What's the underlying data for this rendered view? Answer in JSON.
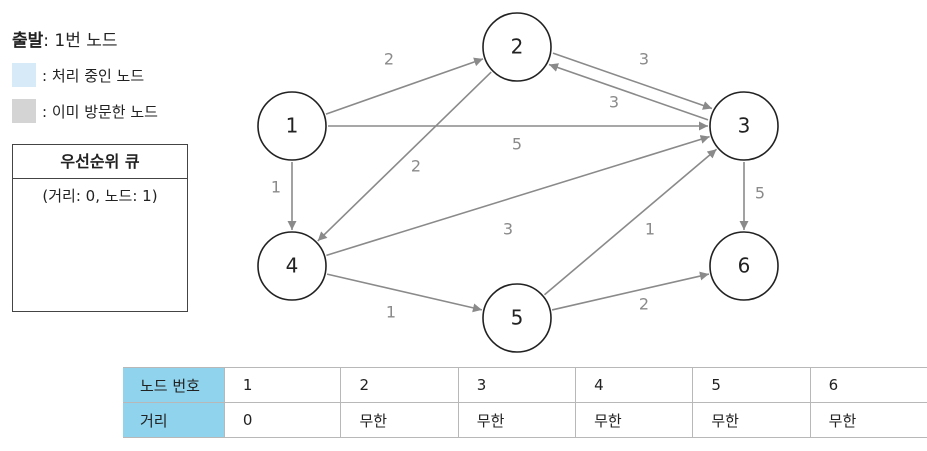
{
  "legend": {
    "start_label": "출발",
    "start_value": ": 1번 노드",
    "processing_label": ": 처리 중인 노드",
    "visited_label": ": 이미 방문한 노드",
    "colors": {
      "processing": "#d6ebf7",
      "visited": "#d4d4d4"
    }
  },
  "priority_queue": {
    "title": "우선순위 큐",
    "items": [
      "(거리: 0, 노드: 1)"
    ]
  },
  "graph": {
    "nodes": [
      {
        "id": "1",
        "label": "1"
      },
      {
        "id": "2",
        "label": "2"
      },
      {
        "id": "3",
        "label": "3"
      },
      {
        "id": "4",
        "label": "4"
      },
      {
        "id": "5",
        "label": "5"
      },
      {
        "id": "6",
        "label": "6"
      }
    ],
    "edges": [
      {
        "from": "1",
        "to": "2",
        "weight": "2"
      },
      {
        "from": "1",
        "to": "3",
        "weight": "5"
      },
      {
        "from": "1",
        "to": "4",
        "weight": "1"
      },
      {
        "from": "2",
        "to": "3",
        "weight": "3"
      },
      {
        "from": "3",
        "to": "2",
        "weight": "3"
      },
      {
        "from": "2",
        "to": "4",
        "weight": "2"
      },
      {
        "from": "4",
        "to": "3",
        "weight": "3"
      },
      {
        "from": "4",
        "to": "5",
        "weight": "1"
      },
      {
        "from": "5",
        "to": "3",
        "weight": "1"
      },
      {
        "from": "5",
        "to": "6",
        "weight": "2"
      },
      {
        "from": "3",
        "to": "6",
        "weight": "5"
      }
    ],
    "edge_color": "#8a8a8a"
  },
  "table": {
    "row_headers": [
      "노드 번호",
      "거리"
    ],
    "node_numbers": [
      "1",
      "2",
      "3",
      "4",
      "5",
      "6"
    ],
    "distances": [
      "0",
      "무한",
      "무한",
      "무한",
      "무한",
      "무한"
    ],
    "header_color": "#8fd3ec"
  }
}
